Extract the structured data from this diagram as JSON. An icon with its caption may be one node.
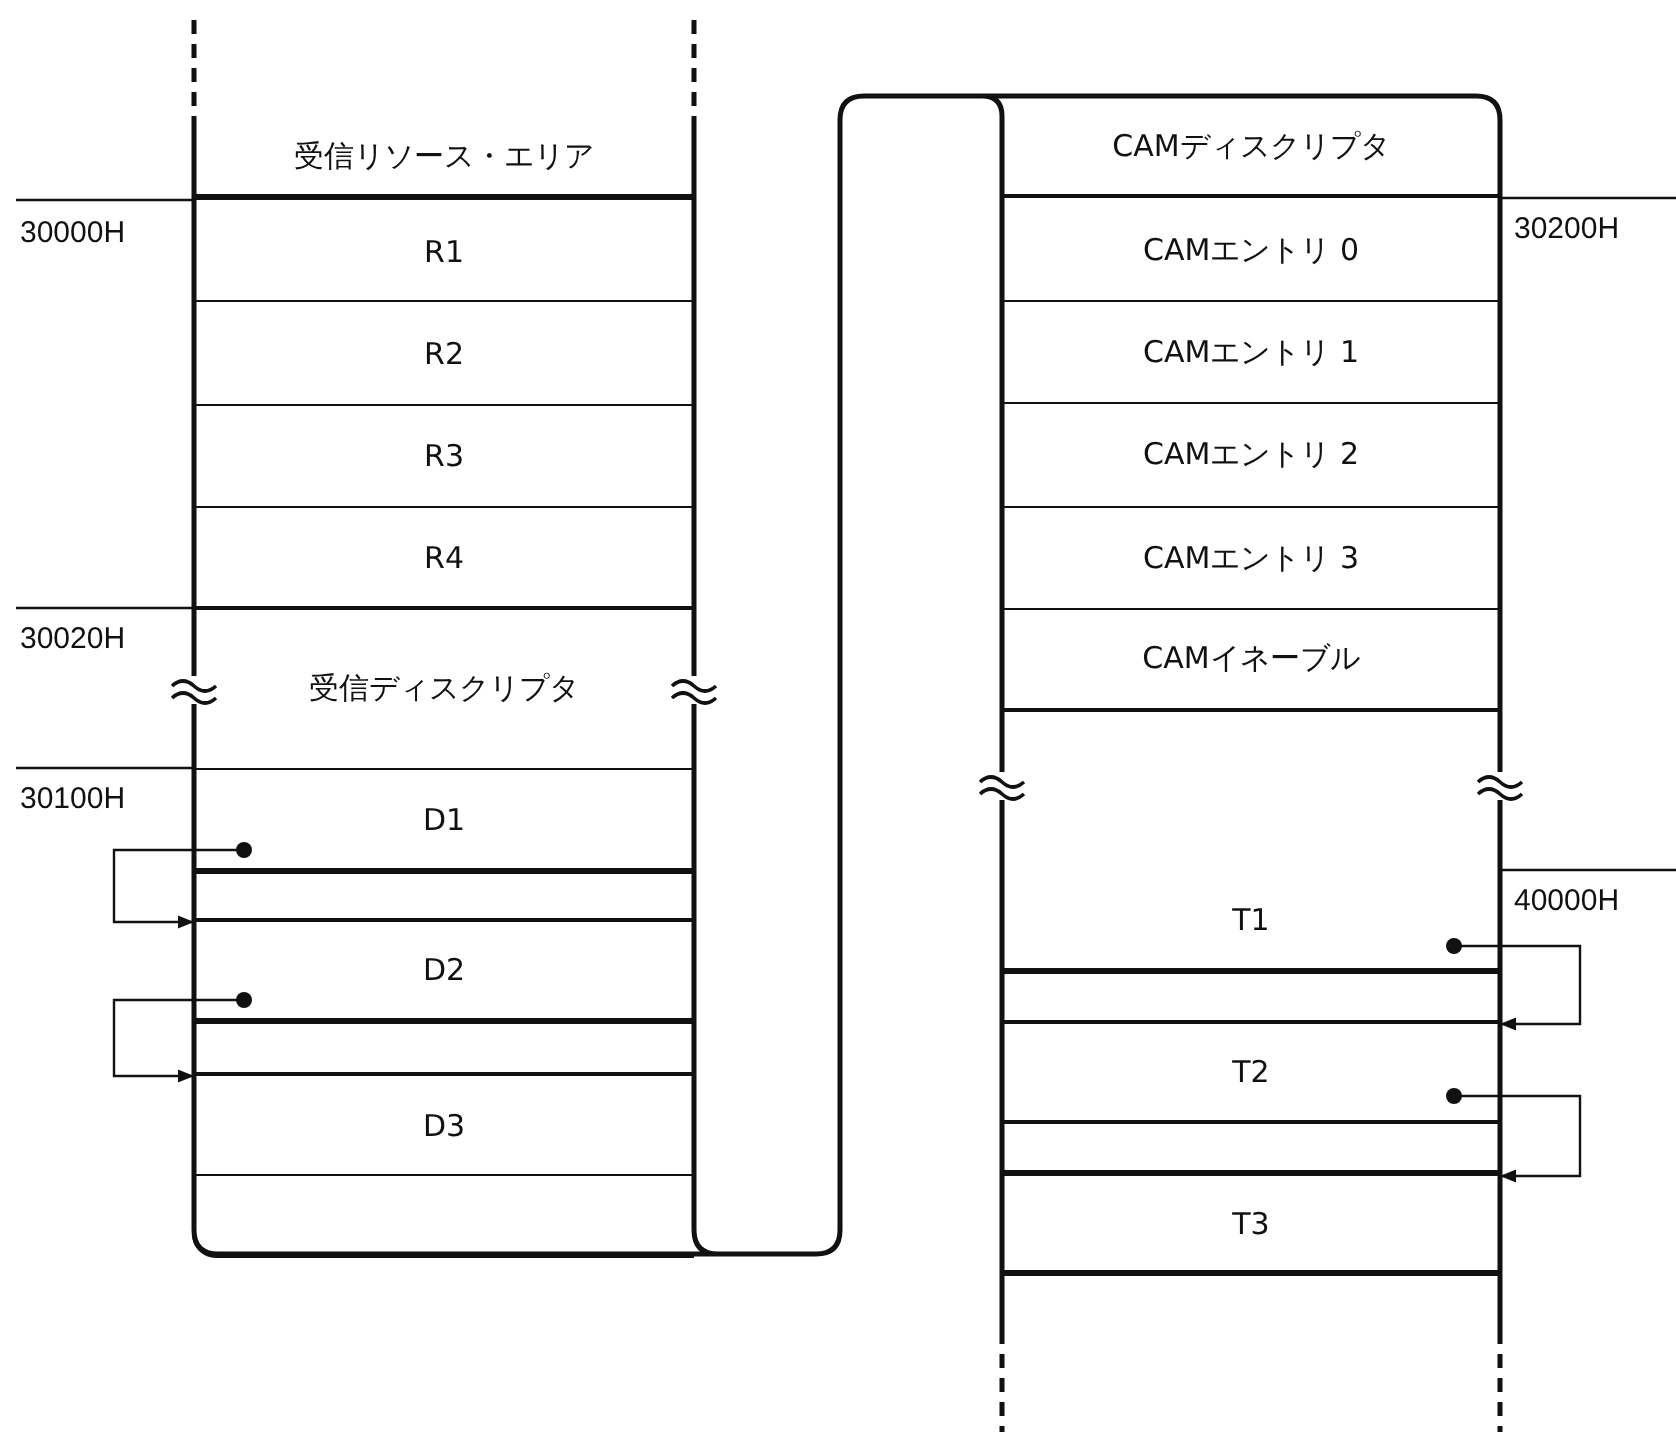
{
  "diagram": {
    "nodes": [
      {
        "text": [
          "受信リソース・エリア"
        ]
      },
      {
        "text": [
          "R1"
        ]
      },
      {
        "text": [
          "R2"
        ]
      },
      {
        "text": [
          "R3"
        ]
      },
      {
        "text": [
          "R4"
        ]
      },
      {
        "text": [
          "受信ディスクリプタ"
        ]
      },
      {
        "text": [
          "D1"
        ]
      },
      {
        "text": [],
        "shape": "box"
      },
      {
        "text": [
          "D2"
        ]
      },
      {
        "text": [],
        "shape": "box"
      },
      {
        "text": [
          "D3"
        ]
      },
      {
        "text": [],
        "shape": "box"
      },
      {
        "text": [
          "CAMディスクリプタ"
        ]
      },
      {
        "text": [
          "CAMエントリ 0"
        ]
      },
      {
        "text": [
          "CAMエントリ 1"
        ]
      },
      {
        "text": [
          "CAMエントリ 2"
        ]
      },
      {
        "text": [
          "CAMエントリ 3"
        ]
      },
      {
        "text": [
          "CAMイネーブル"
        ]
      },
      {
        "text": [
          "T1"
        ]
      },
      {
        "text": [],
        "shape": "box"
      },
      {
        "text": [
          "T2"
        ]
      },
      {
        "text": [],
        "shape": "box"
      },
      {
        "text": [
          "T3"
        ]
      }
    ],
    "edges": [
      {
        "from": 6,
        "to": 8,
        "arrow": "to"
      },
      {
        "from": 8,
        "to": 10,
        "arrow": "to"
      },
      {
        "from": 18,
        "to": 20,
        "arrow": "to"
      },
      {
        "from": 20,
        "to": 22,
        "arrow": "to"
      }
    ],
    "labels": [
      "30000H",
      "30200H",
      "30020H",
      "30100H",
      "40000H"
    ]
  }
}
